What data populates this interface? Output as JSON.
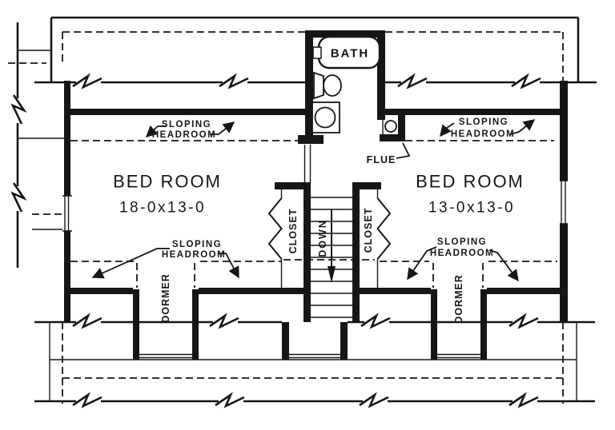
{
  "drawing": {
    "bath": {
      "label": "BATH"
    },
    "flue": {
      "label": "FLUE"
    },
    "bedroom_left": {
      "name": "BED ROOM",
      "dimensions": "18-0x13-0"
    },
    "bedroom_right": {
      "name": "BED ROOM",
      "dimensions": "13-0x13-0"
    },
    "closet_left": {
      "label": "CLOSET"
    },
    "closet_right": {
      "label": "CLOSET"
    },
    "stair": {
      "direction_label": "DOWN"
    },
    "dormer_left": {
      "label": "DORMER"
    },
    "dormer_right": {
      "label": "DORMER"
    },
    "sloping_headroom": {
      "line1": "SLOPING",
      "line2": "HEADROOM"
    },
    "colors": {
      "ink": "#161616",
      "paper": "#ffffff"
    }
  }
}
